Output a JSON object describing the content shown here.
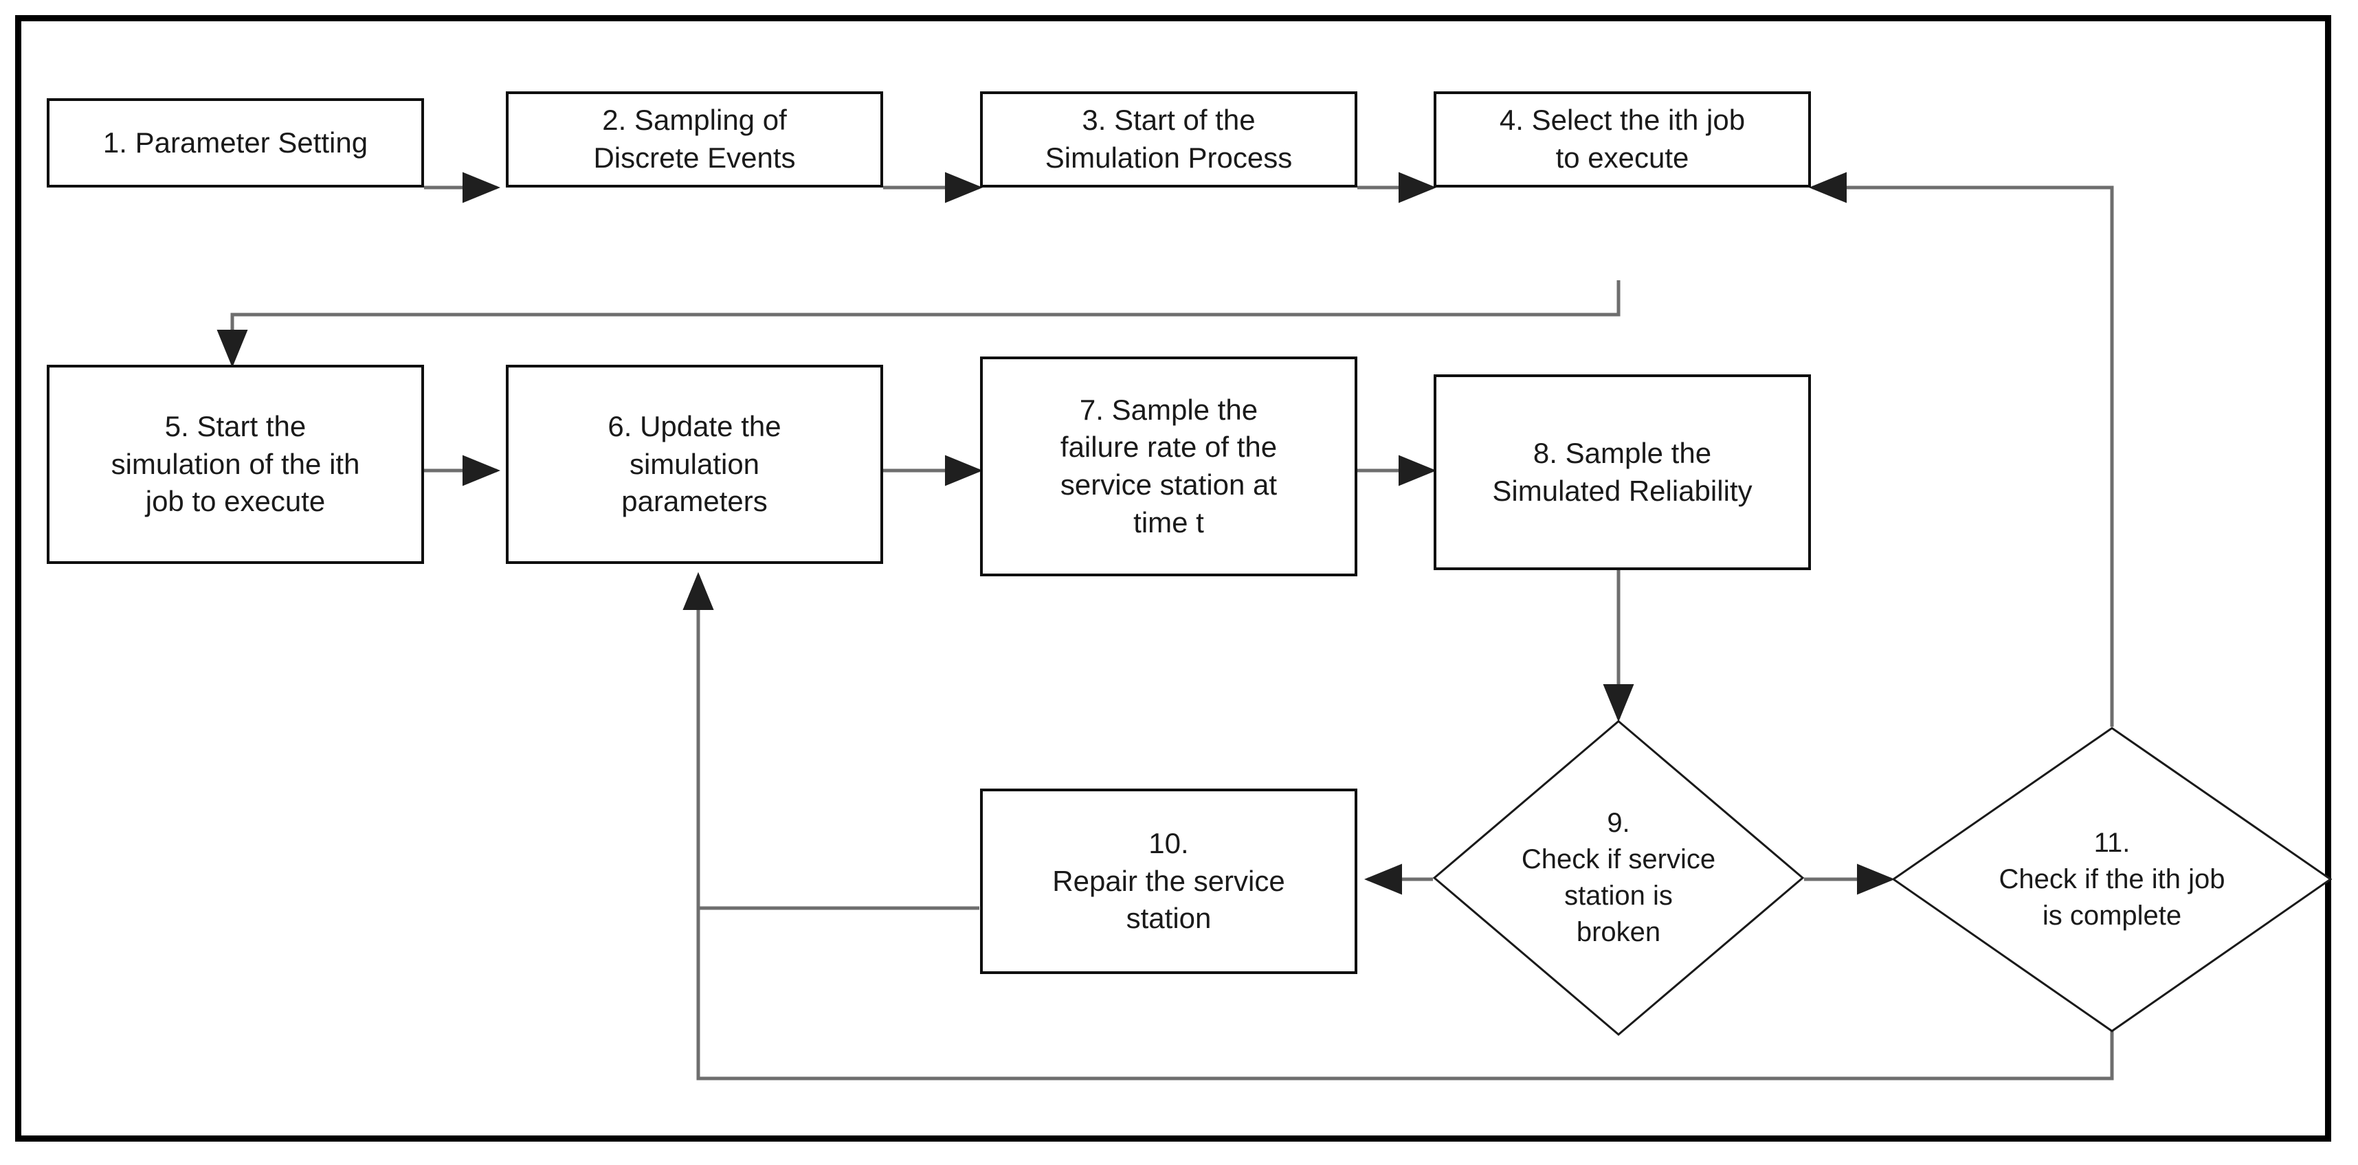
{
  "diagram": {
    "title": "Simulation Process Flowchart",
    "background_color": "#ffffff",
    "frame_color": "#000000",
    "node_border_color": "#0d0d0d",
    "connector_color": "#595959",
    "text_color": "#1a1a1a"
  },
  "nodes": [
    {
      "id": "n1",
      "type": "process",
      "number": "1.",
      "text": "1. Parameter Setting",
      "lines": [
        "1. Parameter Setting"
      ]
    },
    {
      "id": "n2",
      "type": "process",
      "number": "2.",
      "text": "2. Sampling of Discrete Events",
      "lines": [
        "2. Sampling of",
        "Discrete Events"
      ]
    },
    {
      "id": "n3",
      "type": "process",
      "number": "3.",
      "text": "3. Start of the Simulation Process",
      "lines": [
        "3. Start of the",
        "Simulation Process"
      ]
    },
    {
      "id": "n4",
      "type": "process",
      "number": "4.",
      "text": "4. Select the ith job to execute",
      "lines": [
        "4. Select the ith job",
        "to execute"
      ]
    },
    {
      "id": "n5",
      "type": "process",
      "number": "5.",
      "text": "5. Start the simulation of the ith job to execute",
      "lines": [
        "5. Start the",
        "simulation of the ith",
        "job to execute"
      ]
    },
    {
      "id": "n6",
      "type": "process",
      "number": "6.",
      "text": "6. Update the simulation parameters",
      "lines": [
        "6. Update the",
        "simulation",
        "parameters"
      ]
    },
    {
      "id": "n7",
      "type": "process",
      "number": "7.",
      "text": "7. Sample the failure rate of the service station at time t",
      "lines": [
        "7. Sample the",
        "failure rate of the",
        "service station at",
        "time t"
      ]
    },
    {
      "id": "n8",
      "type": "process",
      "number": "8.",
      "text": "8. Sample the Simulated Reliability",
      "lines": [
        "8. Sample the",
        "Simulated Reliability"
      ]
    },
    {
      "id": "n9",
      "type": "decision",
      "number": "9.",
      "text": "9. Check if service station is broken",
      "lines": [
        "9.",
        "Check if service",
        "station is",
        "broken"
      ]
    },
    {
      "id": "n10",
      "type": "process",
      "number": "10.",
      "text": "10. Repair the service station",
      "lines": [
        "10.",
        "Repair the service",
        "station"
      ]
    },
    {
      "id": "n11",
      "type": "decision",
      "number": "11.",
      "text": "11. Check if the ith job is complete",
      "lines": [
        "11.",
        "Check if the ith job",
        "is complete"
      ]
    }
  ],
  "edges": [
    {
      "from": "n1",
      "to": "n2",
      "kind": "straight-right"
    },
    {
      "from": "n2",
      "to": "n3",
      "kind": "straight-right"
    },
    {
      "from": "n3",
      "to": "n4",
      "kind": "straight-right"
    },
    {
      "from": "n4",
      "to": "n5",
      "kind": "down-left-down"
    },
    {
      "from": "n5",
      "to": "n6",
      "kind": "straight-right"
    },
    {
      "from": "n6",
      "to": "n7",
      "kind": "straight-right"
    },
    {
      "from": "n7",
      "to": "n8",
      "kind": "straight-right"
    },
    {
      "from": "n8",
      "to": "n9",
      "kind": "straight-down"
    },
    {
      "from": "n9",
      "to": "n10",
      "kind": "straight-left"
    },
    {
      "from": "n9",
      "to": "n11",
      "kind": "straight-right"
    },
    {
      "from": "n10",
      "to": "n6",
      "kind": "left-up"
    },
    {
      "from": "n11",
      "to": "n4",
      "kind": "up-left"
    },
    {
      "from": "n11",
      "to": "n6",
      "kind": "down-left-up"
    }
  ]
}
